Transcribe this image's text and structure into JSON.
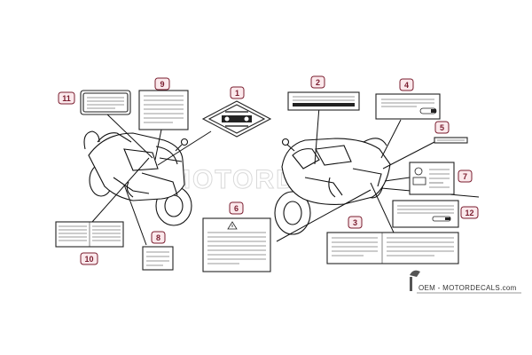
{
  "callouts": [
    "1",
    "2",
    "3",
    "4",
    "5",
    "6",
    "7",
    "8",
    "9",
    "10",
    "11",
    "12"
  ],
  "brand": {
    "text": "OEM - MOTORDECALS.com"
  },
  "watermark": {
    "text": "MOTORD"
  },
  "icons": [
    "warning-icon",
    "rider-logo-icon",
    "motorcycle-left-view",
    "motorcycle-front-view"
  ]
}
